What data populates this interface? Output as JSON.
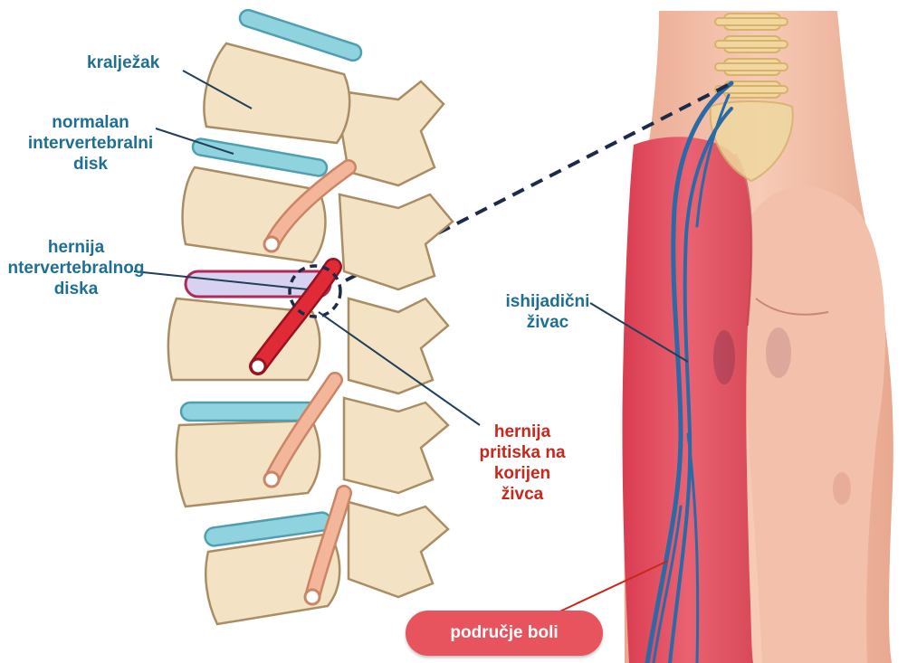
{
  "labels": {
    "vertebra": "kralježak",
    "normal_disc": [
      "normalan",
      "intervertebralni",
      "disk"
    ],
    "herniated_disc": [
      "hernija",
      "ntervertebralnog",
      "diska"
    ],
    "hernia_pressure": [
      "hernija",
      "pritiska na",
      "korijen",
      "živca"
    ],
    "sciatic_nerve": [
      "ishijadični",
      "živac"
    ],
    "pain_area": "područje boli"
  },
  "colors": {
    "label_blue": "#1f6f94",
    "label_red": "#c8281c",
    "bone": "#f3e2c3",
    "disc": "#8fd3df",
    "nerve": "#2a6aa6",
    "pain_zone": "#e0495a",
    "skin": "#f2c2ae"
  }
}
